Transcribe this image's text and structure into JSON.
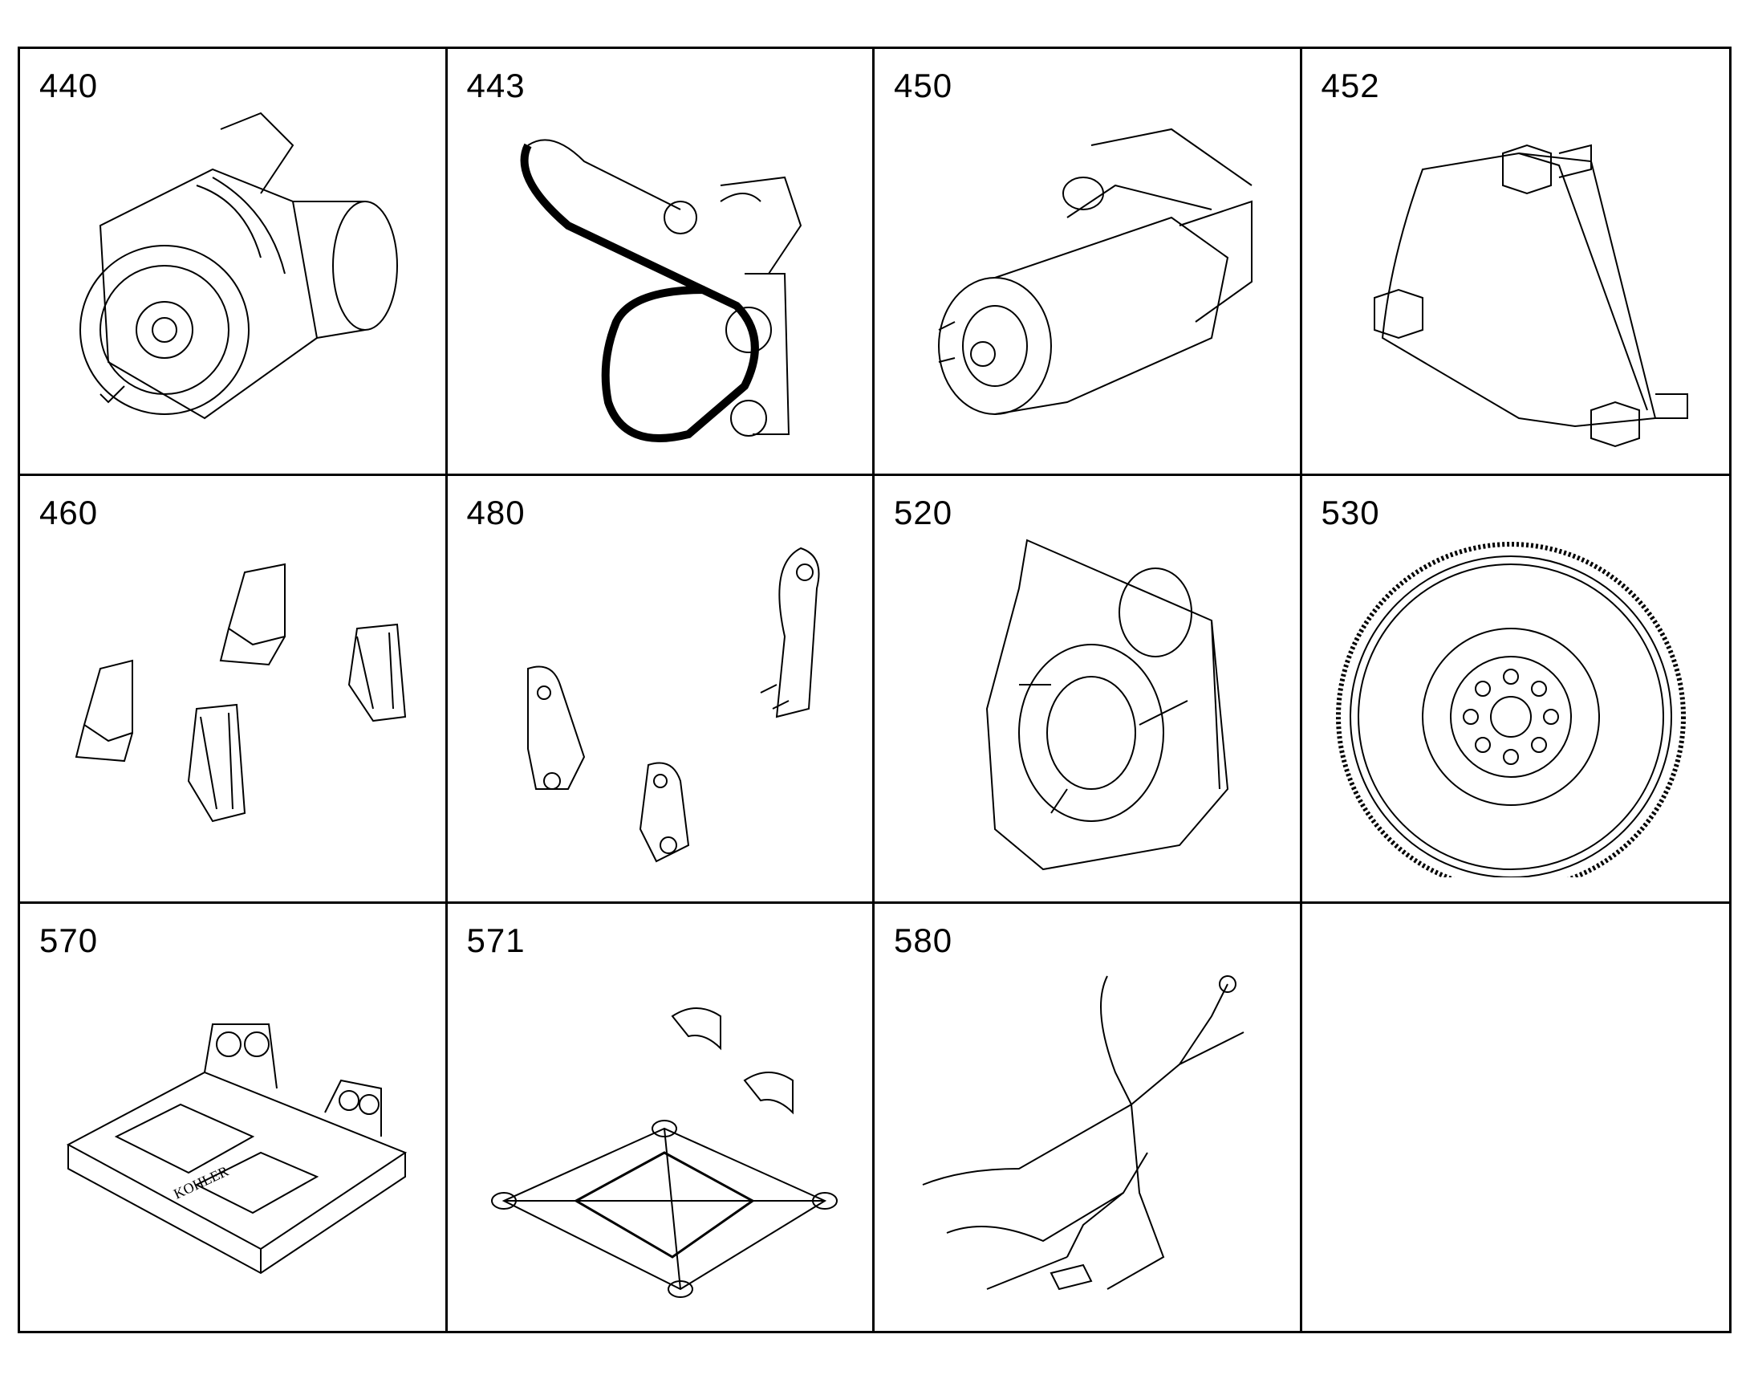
{
  "parts": [
    {
      "number": "440",
      "icon": "alternator-icon"
    },
    {
      "number": "443",
      "icon": "drive-belt-icon"
    },
    {
      "number": "450",
      "icon": "starter-motor-icon"
    },
    {
      "number": "452",
      "icon": "mounting-plate-icon"
    },
    {
      "number": "460",
      "icon": "mounting-brackets-icon"
    },
    {
      "number": "480",
      "icon": "lifting-eyes-icon"
    },
    {
      "number": "520",
      "icon": "flywheel-housing-icon"
    },
    {
      "number": "530",
      "icon": "flywheel-icon"
    },
    {
      "number": "570",
      "icon": "controller-icon"
    },
    {
      "number": "571",
      "icon": "controller-mount-icon"
    },
    {
      "number": "580",
      "icon": "wiring-harness-icon"
    },
    {
      "number": "",
      "icon": ""
    }
  ],
  "controller_label": "KOHLER"
}
